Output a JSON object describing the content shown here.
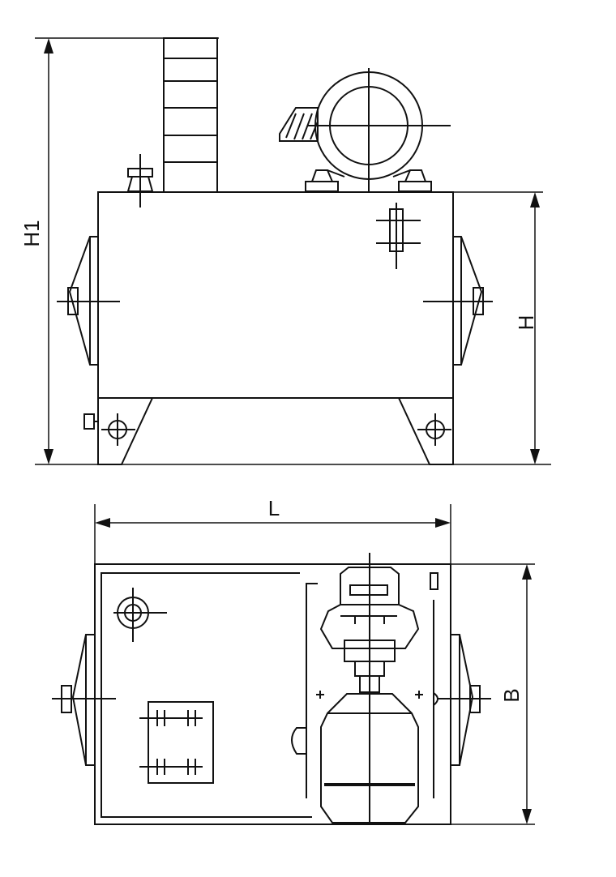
{
  "dimensions": {
    "overall_height": "H1",
    "tank_height": "H",
    "length": "L",
    "width": "B"
  },
  "colors": {
    "line": "#111111",
    "background": "#ffffff"
  }
}
